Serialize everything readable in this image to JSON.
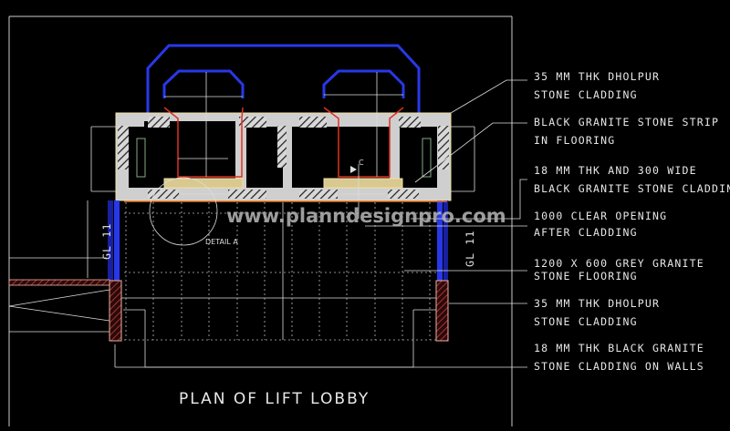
{
  "drawing": {
    "title": "PLAN OF LIFT LOBBY",
    "watermark": "www.planndesignpro.com",
    "grid_label_left": "GL 11",
    "grid_label_right": "GL 11",
    "detail_label": "DETAIL A",
    "section_marker": "C"
  },
  "annotations": [
    {
      "line1": "35 MM THK DHOLPUR",
      "line2": "STONE CLADDING"
    },
    {
      "line1": "BLACK GRANITE STONE STRIP",
      "line2": "IN FLOORING"
    },
    {
      "line1": "18 MM THK AND 300 WIDE",
      "line2": "BLACK GRANITE STONE CLADDING"
    },
    {
      "line1": "1000 CLEAR OPENING",
      "line2": "AFTER CLADDING"
    },
    {
      "line1": "1200 X 600 GREY GRANITE",
      "line2": "STONE FLOORING"
    },
    {
      "line1": "35 MM THK DHOLPUR",
      "line2": "STONE CLADDING"
    },
    {
      "line1": "18 MM THK BLACK GRANITE",
      "line2": "STONE CLADDING ON WALLS"
    }
  ],
  "colors": {
    "background": "#000000",
    "wall": "#d0d0d0",
    "shaft": "#e03020",
    "outline": "#2030e0",
    "cladding": "#f0e0a0"
  }
}
